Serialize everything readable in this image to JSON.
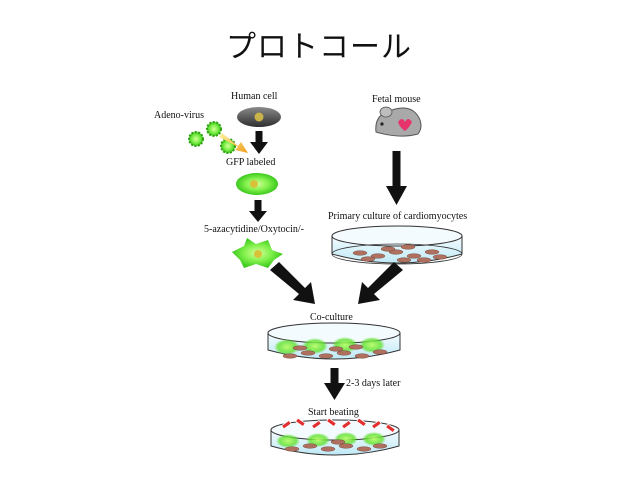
{
  "title": "プロトコール",
  "labels": {
    "human_cell": "Human cell",
    "adeno_virus": "Adeno-virus",
    "gfp_labeled": "GFP labeled",
    "treatment": "5-azacytidine/Oxytocin/-",
    "fetal_mouse": "Fetal mouse",
    "primary_culture": "Primary culture of cardiomyocytes",
    "co_culture": "Co-culture",
    "days_later": "2-3 days later",
    "start_beating": "Start beating"
  }
}
